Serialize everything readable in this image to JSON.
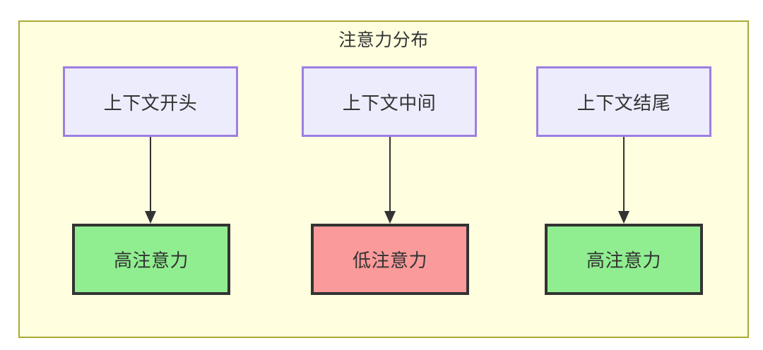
{
  "diagram": {
    "type": "flowchart",
    "title": "注意力分布",
    "container": {
      "name": "attention-distribution-subgraph",
      "fill_color": "#ffffe0",
      "border_color": "#aaaa33"
    },
    "columns": [
      {
        "id": "col-1",
        "source": {
          "id": "context-start",
          "label": "上下文开头",
          "fill_color": "#ececfc",
          "border_color": "#9d7fe0"
        },
        "target": {
          "id": "high-attention-start",
          "label": "高注意力",
          "fill_color": "#90ee90",
          "border_color": "#333333"
        },
        "edge": {
          "id": "edge-1",
          "label": "",
          "color": "#333333",
          "arrowhead": "triangle"
        }
      },
      {
        "id": "col-2",
        "source": {
          "id": "context-middle",
          "label": "上下文中间",
          "fill_color": "#ececfc",
          "border_color": "#9d7fe0"
        },
        "target": {
          "id": "low-attention-middle",
          "label": "低注意力",
          "fill_color": "#fa9a9a",
          "border_color": "#333333"
        },
        "edge": {
          "id": "edge-2",
          "label": "",
          "color": "#333333",
          "arrowhead": "triangle"
        }
      },
      {
        "id": "col-3",
        "source": {
          "id": "context-end",
          "label": "上下文结尾",
          "fill_color": "#ececfc",
          "border_color": "#9d7fe0"
        },
        "target": {
          "id": "high-attention-end",
          "label": "高注意力",
          "fill_color": "#90ee90",
          "border_color": "#333333"
        },
        "edge": {
          "id": "edge-3",
          "label": "",
          "color": "#333333",
          "arrowhead": "triangle"
        }
      }
    ],
    "text_color": "#333333"
  }
}
